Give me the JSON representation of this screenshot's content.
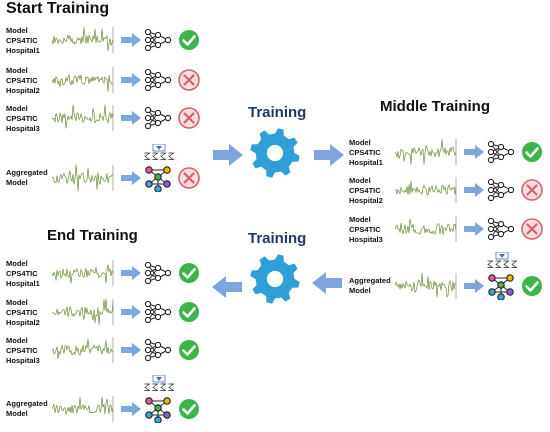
{
  "colors": {
    "arrow": "#7ea6de",
    "gear": "#2f9fd8",
    "check": "#3bb54a",
    "cross": "#d8606a",
    "center_title": "#1f3864",
    "signal": "#6b8f3a"
  },
  "icons": {
    "model": "neural-network-icon",
    "aggregated": "aggregated-network-icon",
    "ok": "check-circle-icon",
    "fail": "cross-circle-icon",
    "aggregate": "sum-aggregation-icon",
    "training": "gear-icon"
  },
  "center": {
    "training_top": "Training",
    "training_bottom": "Training"
  },
  "panels": {
    "start": {
      "title": "Start Training",
      "rows": [
        {
          "lines": [
            "Model",
            "CPS4TIC",
            "Hospital1"
          ],
          "status": "ok"
        },
        {
          "lines": [
            "Model",
            "CPS4TIC",
            "Hospital2"
          ],
          "status": "fail"
        },
        {
          "lines": [
            "Model",
            "CPS4TIC",
            "Hospital3"
          ],
          "status": "fail"
        }
      ],
      "aggregated": {
        "lines": [
          "Aggregated",
          "Model"
        ],
        "status": "fail"
      }
    },
    "middle": {
      "title": "Middle Training",
      "rows": [
        {
          "lines": [
            "Model",
            "CPS4TIC",
            "Hospital1"
          ],
          "status": "ok"
        },
        {
          "lines": [
            "Model",
            "CPS4TIC",
            "Hospital2"
          ],
          "status": "fail"
        },
        {
          "lines": [
            "Model",
            "CPS4TIC",
            "Hospital3"
          ],
          "status": "fail"
        }
      ],
      "aggregated": {
        "lines": [
          "Aggregated",
          "Model"
        ],
        "status": "ok"
      }
    },
    "end": {
      "title": "End Training",
      "rows": [
        {
          "lines": [
            "Model",
            "CPS4TIC",
            "Hospital1"
          ],
          "status": "ok"
        },
        {
          "lines": [
            "Model",
            "CPS4TIC",
            "Hospital2"
          ],
          "status": "ok"
        },
        {
          "lines": [
            "Model",
            "CPS4TIC",
            "Hospital3"
          ],
          "status": "ok"
        }
      ],
      "aggregated": {
        "lines": [
          "Aggregated",
          "Model"
        ],
        "status": "ok"
      }
    }
  }
}
